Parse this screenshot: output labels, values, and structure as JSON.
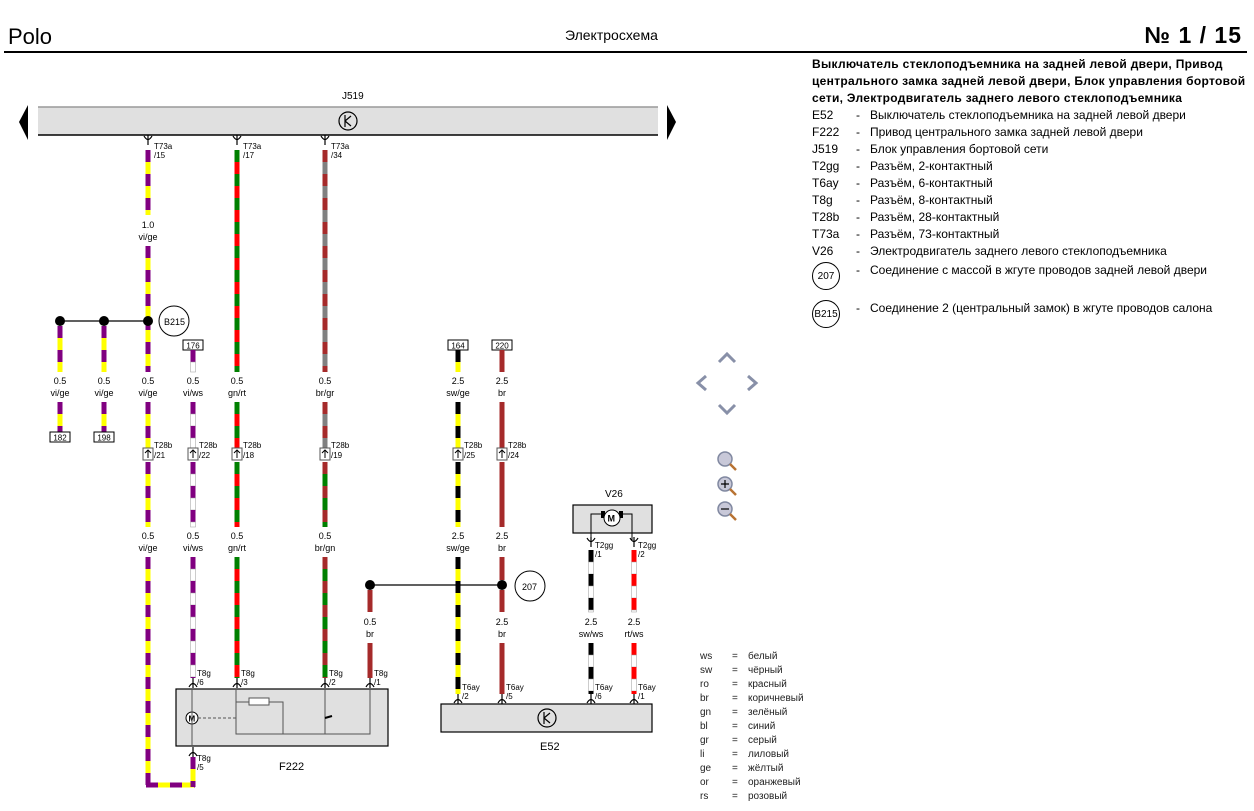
{
  "header": {
    "model": "Polo",
    "title": "Электросхема",
    "page": "№  1 / 15"
  },
  "legend": {
    "title": "Выключатель стеклоподъемника на задней левой двери, Привод центрального замка задней левой двери, Блок управления бортовой сети, Электродвигатель заднего левого стеклоподъемника",
    "items": [
      {
        "code": "E52",
        "desc": "Выключатель стеклоподъемника на задней левой двери"
      },
      {
        "code": "F222",
        "desc": "Привод центрального замка задней левой двери"
      },
      {
        "code": "J519",
        "desc": "Блок управления бортовой сети"
      },
      {
        "code": "T2gg",
        "desc": "Разъём, 2-контактный"
      },
      {
        "code": "T6ay",
        "desc": "Разъём, 6-контактный"
      },
      {
        "code": "T8g",
        "desc": "Разъём, 8-контактный"
      },
      {
        "code": "T28b",
        "desc": "Разъём, 28-контактный"
      },
      {
        "code": "T73a",
        "desc": "Разъём, 73-контактный"
      },
      {
        "code": "V26",
        "desc": "Электродвигатель заднего левого стеклоподъемника"
      }
    ],
    "connections": [
      {
        "code": "207",
        "desc": "Соединение с массой в жгуте проводов задней левой двери"
      },
      {
        "code": "B215",
        "desc": "Соединение 2 (центральный замок) в жгуте проводов салона"
      }
    ]
  },
  "color_key": [
    {
      "abbr": "ws",
      "name": "белый"
    },
    {
      "abbr": "sw",
      "name": "чёрный"
    },
    {
      "abbr": "ro",
      "name": "красный"
    },
    {
      "abbr": "br",
      "name": "коричневый"
    },
    {
      "abbr": "gn",
      "name": "зелёный"
    },
    {
      "abbr": "bl",
      "name": "синий"
    },
    {
      "abbr": "gr",
      "name": "серый"
    },
    {
      "abbr": "li",
      "name": "лиловый"
    },
    {
      "abbr": "ge",
      "name": "жёлтый"
    },
    {
      "abbr": "or",
      "name": "оранжевый"
    },
    {
      "abbr": "rs",
      "name": "розовый"
    }
  ],
  "wire_colors": {
    "vi": "#800080",
    "ge": "#ffff00",
    "ws": "#ffffff",
    "gn": "#008000",
    "rt": "#ff0000",
    "br": "#a52a2a",
    "gr": "#808080",
    "sw": "#000000"
  },
  "components": {
    "J519": {
      "label": "J519"
    },
    "F222": {
      "label": "F222"
    },
    "E52": {
      "label": "E52"
    },
    "V26": {
      "label": "V26",
      "motor": "M"
    }
  },
  "ground_points": {
    "B215": "B215",
    "207": "207"
  },
  "wires": [
    {
      "id": "w-t73a-15",
      "conn": "T73a",
      "pin": "/15",
      "size": "1.0",
      "color": "vi/ge"
    },
    {
      "id": "w-t73a-17",
      "conn": "T73a",
      "pin": "/17",
      "color": "gn/rt"
    },
    {
      "id": "w-t73a-34",
      "conn": "T73a",
      "pin": "/34",
      "color": "br/gr"
    },
    {
      "id": "w-182",
      "ref": "182",
      "size": "0.5",
      "color": "vi/ge"
    },
    {
      "id": "w-198",
      "ref": "198",
      "size": "0.5",
      "color": "vi/ge"
    },
    {
      "id": "w-b215-main",
      "size": "0.5",
      "color": "vi/ge",
      "conn": "T28b",
      "pin": "/21"
    },
    {
      "id": "w-176",
      "ref": "176",
      "size": "0.5",
      "color": "vi/ws",
      "conn": "T28b",
      "pin": "/22"
    },
    {
      "id": "w-gnrt",
      "size": "0.5",
      "color": "gn/rt",
      "conn": "T28b",
      "pin": "/18"
    },
    {
      "id": "w-brgr",
      "size": "0.5",
      "color": "br/gr",
      "conn": "T28b",
      "pin": "/19"
    },
    {
      "id": "w-164",
      "ref": "164",
      "size": "2.5",
      "color": "sw/ge",
      "conn": "T28b",
      "pin": "/25"
    },
    {
      "id": "w-220",
      "ref": "220",
      "size": "2.5",
      "color": "br",
      "conn": "T28b",
      "pin": "/24"
    }
  ],
  "lower_wires": [
    {
      "size": "0.5",
      "color": "vi/ge",
      "conn": "T8g",
      "pin": "/5"
    },
    {
      "size": "0.5",
      "color": "vi/ws",
      "conn": "T8g",
      "pin": "/6"
    },
    {
      "size": "0.5",
      "color": "gn/rt",
      "conn": "T8g",
      "pin": "/3"
    },
    {
      "size": "0.5",
      "color": "br/gn",
      "conn": "T8g",
      "pin": "/2"
    },
    {
      "size": "0.5",
      "color": "br",
      "conn": "T8g",
      "pin": "/1"
    },
    {
      "size": "2.5",
      "color": "sw/ge",
      "conn": "T6ay",
      "pin": "/2"
    },
    {
      "size": "2.5",
      "color": "br",
      "conn": "T6ay",
      "pin": "/5"
    },
    {
      "size": "2.5",
      "color": "sw/ws",
      "conn": "T6ay",
      "pin": "/6",
      "from_conn": "T2gg",
      "from_pin": "/1"
    },
    {
      "size": "2.5",
      "color": "rt/ws",
      "conn": "T6ay",
      "pin": "/1",
      "from_conn": "T2gg",
      "from_pin": "/2"
    }
  ],
  "nav": {
    "up": "pan-up",
    "down": "pan-down",
    "left": "pan-left",
    "right": "pan-right",
    "zoom_fit": "zoom-fit",
    "zoom_in": "zoom-in",
    "zoom_out": "zoom-out"
  }
}
